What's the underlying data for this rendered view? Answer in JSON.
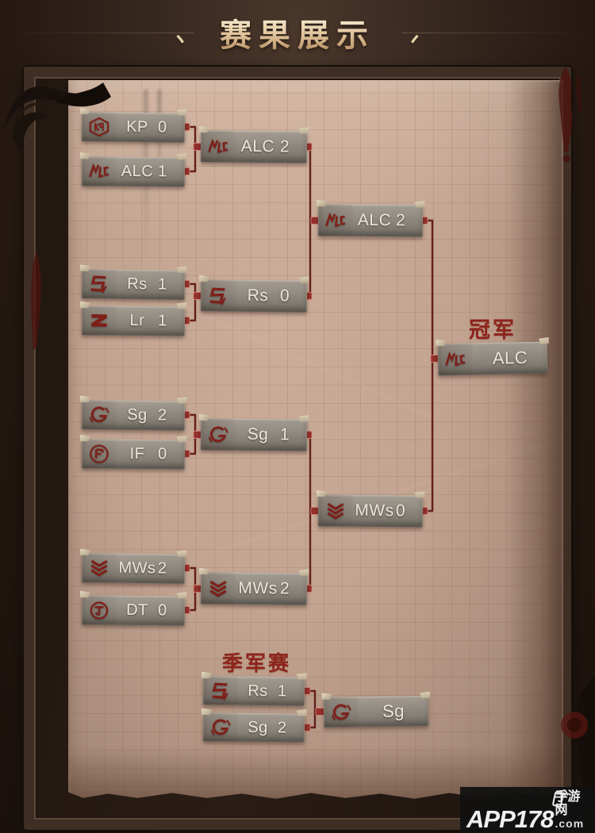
{
  "title": {
    "text": "赛果展示",
    "deco_left": "、",
    "deco_right": "、"
  },
  "labels": {
    "champion": "冠军",
    "third_place": "季军赛"
  },
  "bracket": {
    "qf": [
      {
        "team": "KP",
        "score": "0"
      },
      {
        "team": "ALC",
        "score": "1"
      },
      {
        "team": "Rs",
        "score": "1"
      },
      {
        "team": "Lr",
        "score": "1"
      },
      {
        "team": "Sg",
        "score": "2"
      },
      {
        "team": "IF",
        "score": "0"
      },
      {
        "team": "MWs",
        "score": "2"
      },
      {
        "team": "DT",
        "score": "0"
      }
    ],
    "sf": [
      {
        "team": "ALC",
        "score": "2"
      },
      {
        "team": "Rs",
        "score": "0"
      },
      {
        "team": "Sg",
        "score": "1"
      },
      {
        "team": "MWs",
        "score": "2"
      }
    ],
    "fin": [
      {
        "team": "ALC",
        "score": "2"
      },
      {
        "team": "MWs",
        "score": "0"
      }
    ],
    "champion": {
      "team": "ALC"
    },
    "tp": [
      {
        "team": "Rs",
        "score": "1"
      },
      {
        "team": "Sg",
        "score": "2"
      }
    ],
    "tpw": {
      "team": "Sg"
    }
  },
  "watermark": {
    "brand": "APP178",
    "suffix": "手游网",
    "tld": ".com"
  },
  "colors": {
    "accent_red": "#8e231b",
    "wire_red": "#65211c",
    "paper": "#c2a390",
    "plaque_gray": "#8d877d",
    "title_gold": "#e9d4aa"
  },
  "icons": {
    "title_marks": "comma-stroke",
    "team_logos": [
      "kp-hexagon",
      "alc-graffiti",
      "rs-angular-s",
      "lr-angular-z",
      "sg-broken-g",
      "if-circle-f",
      "mws-chevrons",
      "dt-circle-t"
    ],
    "watermark_phone": "phone-with-signal"
  }
}
